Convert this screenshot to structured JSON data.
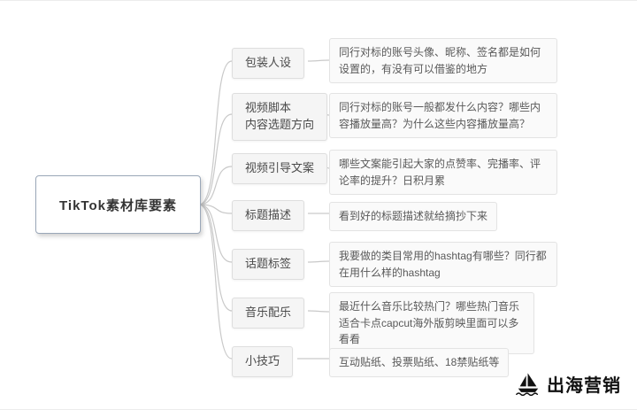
{
  "diagram": {
    "root": {
      "label": "TikTok素材库要素"
    },
    "branches": [
      {
        "label": "包装人设",
        "detail": "同行对标的账号头像、昵称、签名都是如何设置的，有没有可以借鉴的地方"
      },
      {
        "label": "视频脚本\n内容选题方向",
        "detail": "同行对标的账号一般都发什么内容？哪些内容播放量高？为什么这些内容播放量高？"
      },
      {
        "label": "视频引导文案",
        "detail": "哪些文案能引起大家的点赞率、完播率、评论率的提升？日积月累"
      },
      {
        "label": "标题描述",
        "detail": "看到好的标题描述就给摘抄下来"
      },
      {
        "label": "话题标签",
        "detail": "我要做的类目常用的hashtag有哪些？同行都在用什么样的hashtag"
      },
      {
        "label": "音乐配乐",
        "detail": "最近什么音乐比较热门？哪些热门音乐适合卡点capcut海外版剪映里面可以多看看"
      },
      {
        "label": "小技巧",
        "detail": "互动贴纸、投票贴纸、18禁贴纸等"
      }
    ]
  },
  "watermark": {
    "text": "出海营销",
    "icon": "sailing-ship-logo"
  },
  "colors": {
    "connector": "#c9c9c9",
    "branch_bg": "#f5f5f5",
    "branch_border": "#dedede",
    "leaf_bg": "#fafafa",
    "leaf_border": "#e3e3e3",
    "root_border": "#9aa7b8",
    "text_primary": "#333333",
    "text_secondary": "#595959",
    "watermark_text": "#111111"
  }
}
